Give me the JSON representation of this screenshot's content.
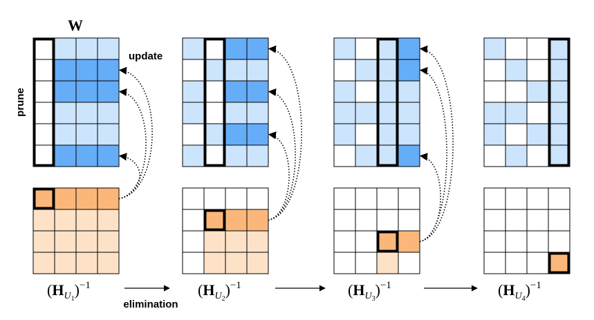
{
  "labels": {
    "w": "W",
    "update": "update",
    "prune": "prune",
    "elimination": "elimination"
  },
  "hessian_labels": [
    {
      "base": "H",
      "sub": "U",
      "subsub": "1",
      "sup": "−1"
    },
    {
      "base": "H",
      "sub": "U",
      "subsub": "2",
      "sup": "−1"
    },
    {
      "base": "H",
      "sub": "U",
      "subsub": "3",
      "sup": "−1"
    },
    {
      "base": "H",
      "sub": "U",
      "subsub": "4",
      "sup": "−1"
    }
  ],
  "colors": {
    "w_light": "#cce4fc",
    "w_dark": "#66adf8",
    "w_white": "#ffffff",
    "h_light": "#fde2c8",
    "h_dark": "#fbb77a",
    "h_white": "#ffffff",
    "grid_line": "#000000",
    "highlight": "#000000"
  },
  "panels": [
    {
      "w_grid": [
        [
          0,
          1,
          1,
          1
        ],
        [
          0,
          2,
          2,
          2
        ],
        [
          0,
          2,
          2,
          2
        ],
        [
          0,
          1,
          1,
          1
        ],
        [
          0,
          1,
          1,
          1
        ],
        [
          0,
          2,
          2,
          2
        ]
      ],
      "w_highlight_col": 0,
      "h_grid": [
        [
          2,
          2,
          2,
          2
        ],
        [
          1,
          1,
          1,
          1
        ],
        [
          1,
          1,
          1,
          1
        ],
        [
          1,
          1,
          1,
          1
        ]
      ],
      "h_highlight": [
        0,
        0
      ]
    },
    {
      "w_grid": [
        [
          1,
          0,
          2,
          2
        ],
        [
          0,
          1,
          1,
          1
        ],
        [
          1,
          0,
          2,
          2
        ],
        [
          1,
          0,
          1,
          1
        ],
        [
          0,
          1,
          2,
          2
        ],
        [
          1,
          0,
          1,
          1
        ]
      ],
      "w_highlight_col": 1,
      "h_grid": [
        [
          0,
          0,
          0,
          0
        ],
        [
          0,
          2,
          2,
          2
        ],
        [
          0,
          1,
          1,
          1
        ],
        [
          0,
          1,
          1,
          1
        ]
      ],
      "h_highlight": [
        1,
        1
      ]
    },
    {
      "w_grid": [
        [
          1,
          0,
          1,
          2
        ],
        [
          0,
          1,
          1,
          2
        ],
        [
          1,
          0,
          1,
          1
        ],
        [
          1,
          1,
          1,
          1
        ],
        [
          1,
          0,
          1,
          1
        ],
        [
          0,
          1,
          1,
          2
        ]
      ],
      "w_highlight_col": 2,
      "h_grid": [
        [
          0,
          0,
          0,
          0
        ],
        [
          0,
          0,
          0,
          0
        ],
        [
          0,
          0,
          2,
          2
        ],
        [
          0,
          0,
          1,
          0
        ]
      ],
      "h_highlight": [
        2,
        2
      ]
    },
    {
      "w_grid": [
        [
          1,
          0,
          0,
          1
        ],
        [
          0,
          1,
          0,
          1
        ],
        [
          0,
          0,
          1,
          1
        ],
        [
          1,
          1,
          0,
          1
        ],
        [
          1,
          0,
          1,
          1
        ],
        [
          0,
          1,
          0,
          1
        ]
      ],
      "w_highlight_col": 3,
      "h_grid": [
        [
          0,
          0,
          0,
          0
        ],
        [
          0,
          0,
          0,
          0
        ],
        [
          0,
          0,
          0,
          0
        ],
        [
          0,
          0,
          0,
          2
        ]
      ],
      "h_highlight": [
        3,
        3
      ]
    }
  ]
}
